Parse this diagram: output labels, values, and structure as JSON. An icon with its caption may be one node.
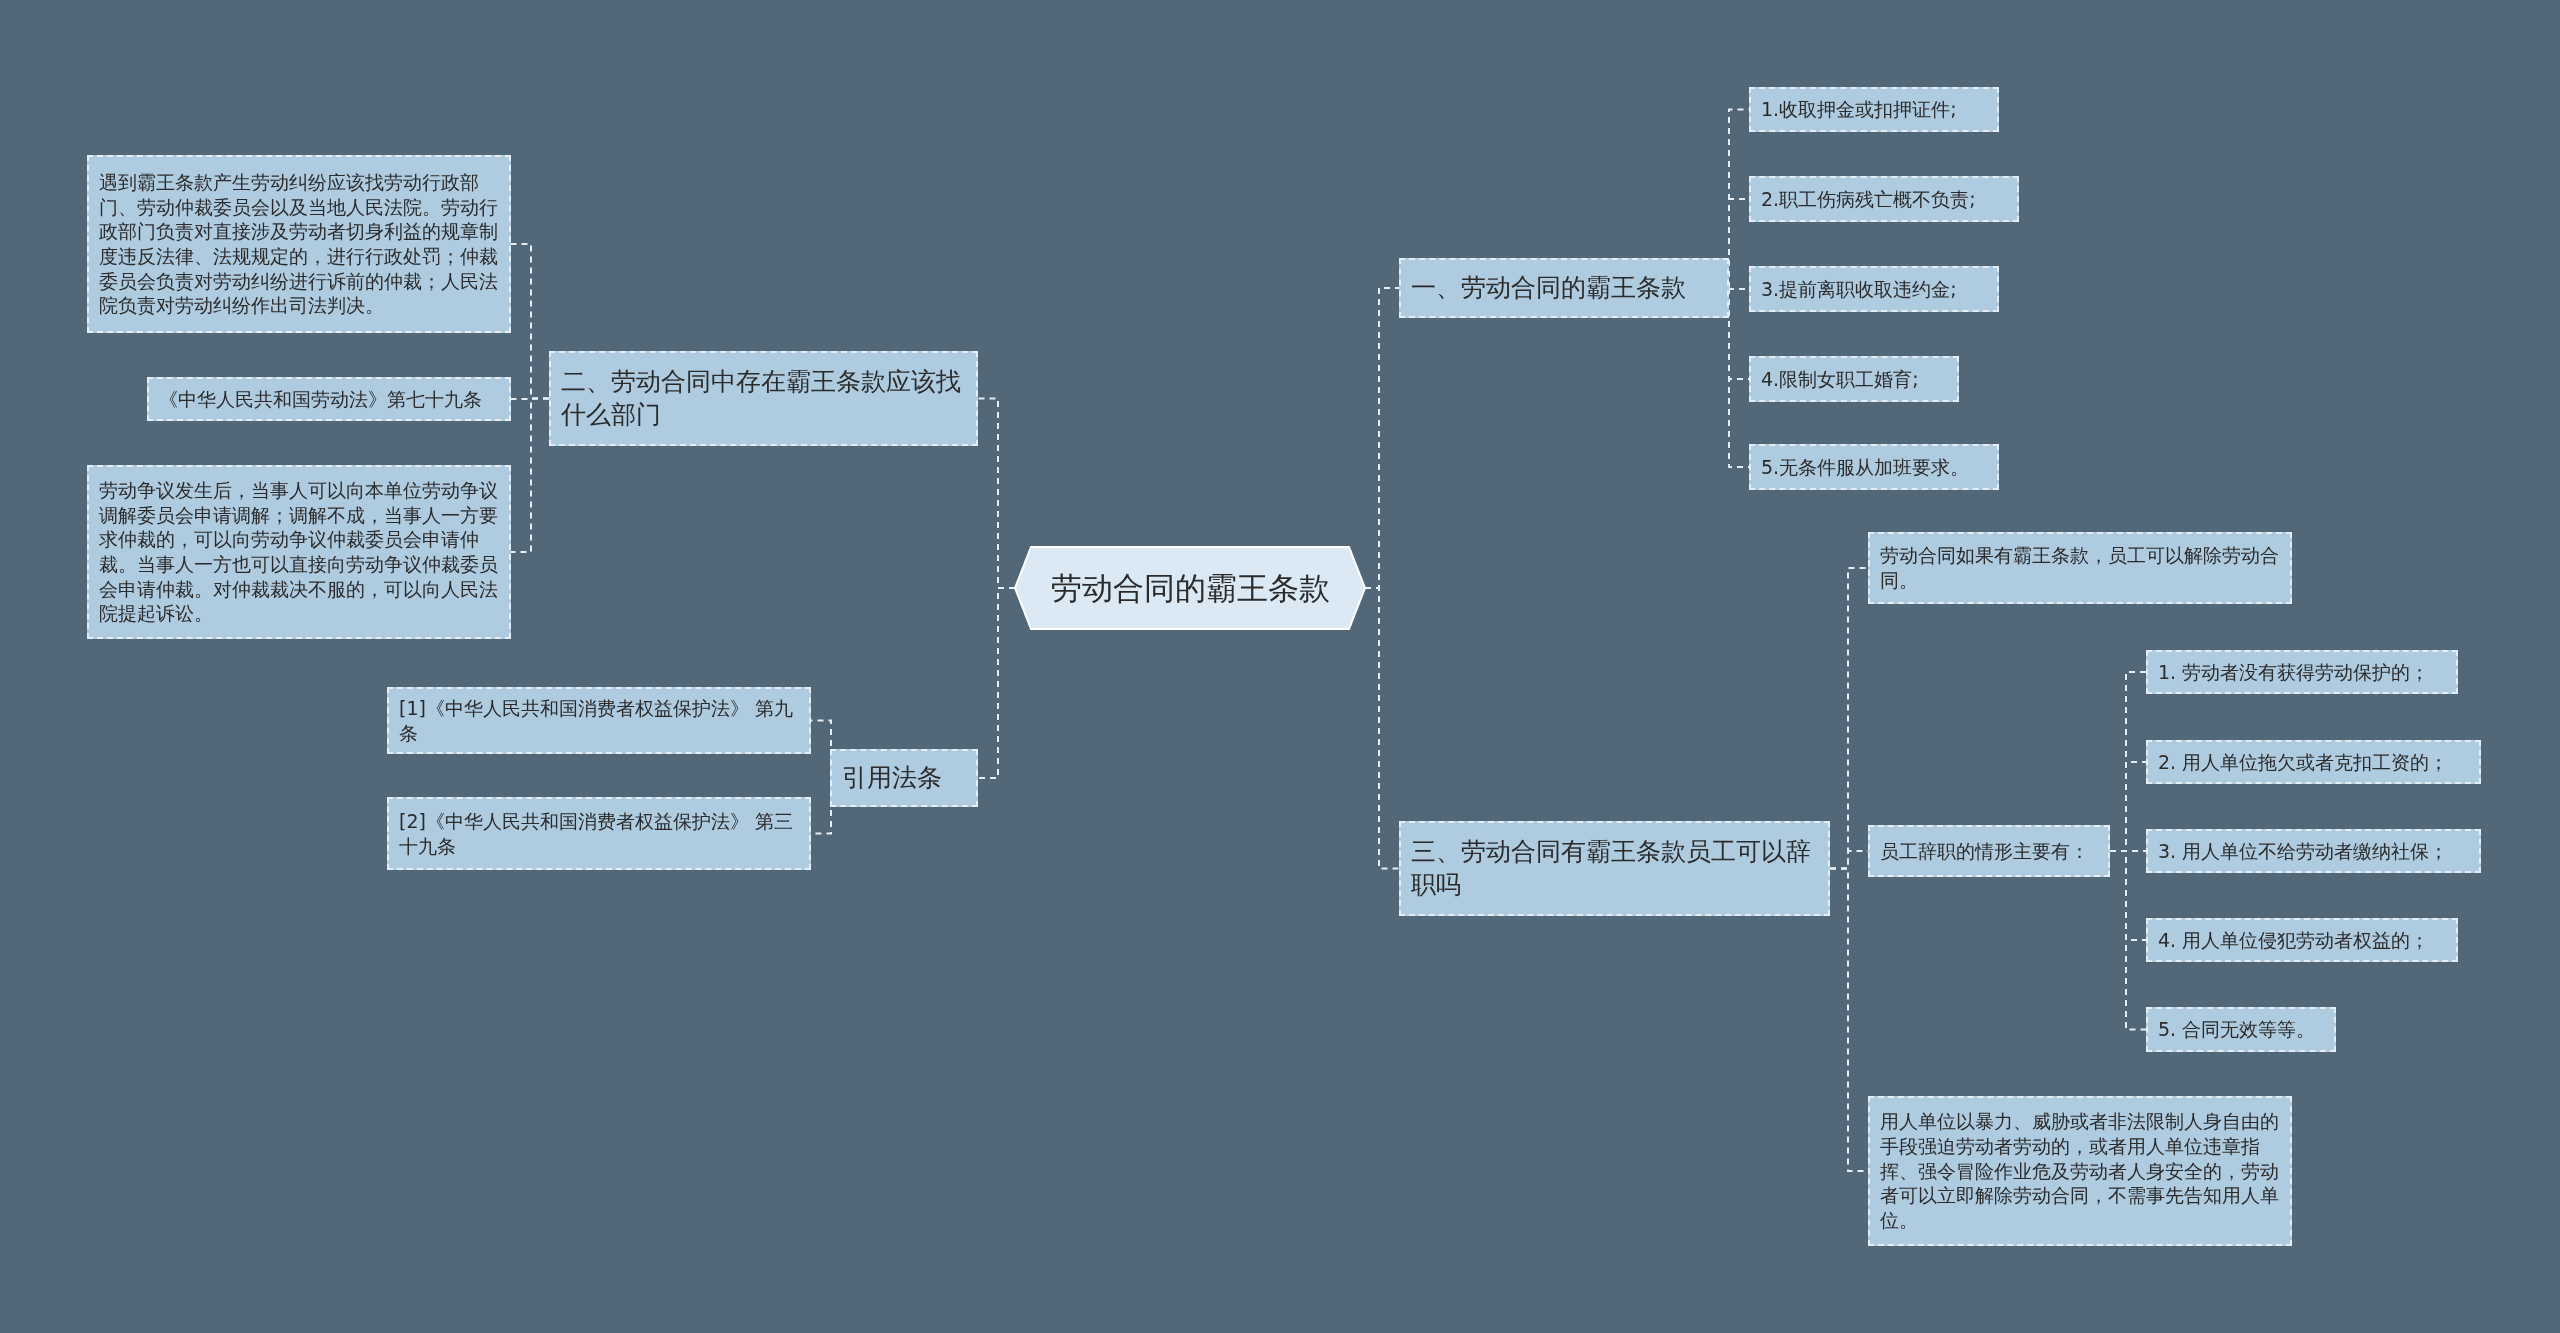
{
  "diagram": {
    "nodes": [
      {
        "text": [
          "劳动合同的霸王条款"
        ]
      },
      {
        "text": [
          "一、劳动合同的霸王条款"
        ]
      },
      {
        "text": [
          "1.收取押金或扣押证件;"
        ]
      },
      {
        "text": [
          "2.职工伤病残亡概不负责;"
        ]
      },
      {
        "text": [
          "3.提前离职收取违约金;"
        ]
      },
      {
        "text": [
          "4.限制女职工婚育;"
        ]
      },
      {
        "text": [
          "5.无条件服从加班要求。"
        ]
      },
      {
        "text": [
          "二、劳动合同中存在霸王条款应该找什么部门"
        ]
      },
      {
        "text": [
          "遇到霸王条款产生劳动纠纷应该找劳动行政部门、劳动仲裁委员会以及当地人民法院。劳动行政部门负责对直接涉及劳动者切身利益的规章制度违反法律、法规规定的，进行行政处罚；仲裁委员会负责对劳动纠纷进行诉前的仲裁；人民法院负责对劳动纠纷作出司法判决。"
        ]
      },
      {
        "text": [
          "《中华人民共和国劳动法》第七十九条"
        ]
      },
      {
        "text": [
          "劳动争议发生后，当事人可以向本单位劳动争议调解委员会申请调解；调解不成，当事人一方要求仲裁的，可以向劳动争议仲裁委员会申请仲裁。当事人一方也可以直接向劳动争议仲裁委员会申请仲裁。对仲裁裁决不服的，可以向人民法院提起诉讼。"
        ]
      },
      {
        "text": [
          "引用法条"
        ]
      },
      {
        "text": [
          "[1]《中华人民共和国消费者权益保护法》 第九条"
        ]
      },
      {
        "text": [
          "[2]《中华人民共和国消费者权益保护法》 第三十九条"
        ]
      },
      {
        "text": [
          "三、劳动合同有霸王条款员工可以辞职吗"
        ]
      },
      {
        "text": [
          "劳动合同如果有霸王条款，员工可以解除劳动合同。"
        ]
      },
      {
        "text": [
          "员工辞职的情形主要有："
        ]
      },
      {
        "text": [
          "1. 劳动者没有获得劳动保护的；"
        ]
      },
      {
        "text": [
          "2. 用人单位拖欠或者克扣工资的；"
        ]
      },
      {
        "text": [
          "3. 用人单位不给劳动者缴纳社保；"
        ]
      },
      {
        "text": [
          "4. 用人单位侵犯劳动者权益的；"
        ]
      },
      {
        "text": [
          "5. 合同无效等等。"
        ]
      },
      {
        "text": [
          "用人单位以暴力、威胁或者非法限制人身自由的手段强迫劳动者劳动的，或者用人单位违章指挥、强令冒险作业危及劳动者人身安全的，劳动者可以立即解除劳动合同，不需事先告知用人单位。"
        ]
      }
    ],
    "edges": [
      {
        "from": 0,
        "to": 1,
        "arrow": "none"
      },
      {
        "from": 1,
        "to": 2,
        "arrow": "none"
      },
      {
        "from": 1,
        "to": 3,
        "arrow": "none"
      },
      {
        "from": 1,
        "to": 4,
        "arrow": "none"
      },
      {
        "from": 1,
        "to": 5,
        "arrow": "none"
      },
      {
        "from": 1,
        "to": 6,
        "arrow": "none"
      },
      {
        "from": 0,
        "to": 7,
        "arrow": "none"
      },
      {
        "from": 7,
        "to": 8,
        "arrow": "none"
      },
      {
        "from": 7,
        "to": 9,
        "arrow": "none"
      },
      {
        "from": 7,
        "to": 10,
        "arrow": "none"
      },
      {
        "from": 0,
        "to": 11,
        "arrow": "none"
      },
      {
        "from": 11,
        "to": 12,
        "arrow": "none"
      },
      {
        "from": 11,
        "to": 13,
        "arrow": "none"
      },
      {
        "from": 0,
        "to": 14,
        "arrow": "none"
      },
      {
        "from": 14,
        "to": 15,
        "arrow": "none"
      },
      {
        "from": 14,
        "to": 16,
        "arrow": "none"
      },
      {
        "from": 16,
        "to": 17,
        "arrow": "none"
      },
      {
        "from": 16,
        "to": 18,
        "arrow": "none"
      },
      {
        "from": 16,
        "to": 19,
        "arrow": "none"
      },
      {
        "from": 16,
        "to": 20,
        "arrow": "none"
      },
      {
        "from": 16,
        "to": 21,
        "arrow": "none"
      },
      {
        "from": 14,
        "to": 22,
        "arrow": "none"
      }
    ]
  }
}
